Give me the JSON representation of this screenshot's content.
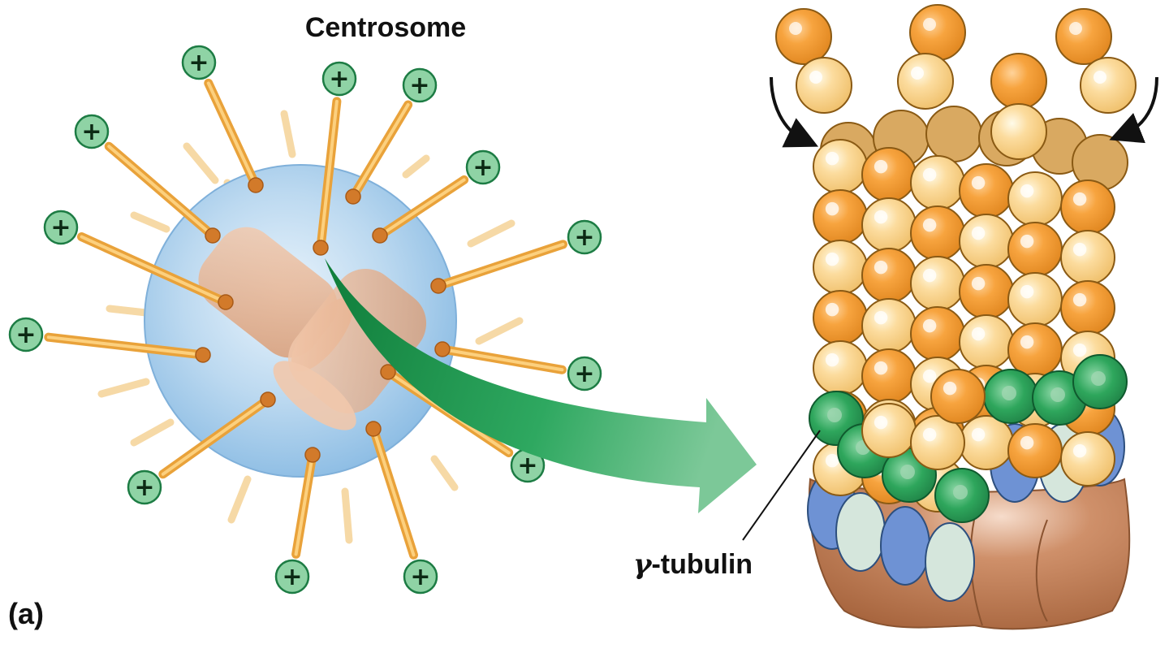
{
  "labels": {
    "centrosome": "Centrosome",
    "gamma_tubulin_symbol": "γ",
    "gamma_tubulin_rest": "-tubulin",
    "panel": "(a)"
  },
  "plus_symbol": "+",
  "colors": {
    "centrosome_sphere": "#a9cdea",
    "centriole": "#e7b08f",
    "microtubule": "#f2b24a",
    "plus_end": "#8fd3a5",
    "alpha_tubulin": "#fbd48f",
    "beta_tubulin": "#f39a33",
    "gamma_tubulin": "#2ea65c",
    "ring_blue": "#6e92d4",
    "ring_pale": "#d5e6dc",
    "base": "#c7855c",
    "arrow": "#1f9a4d"
  }
}
